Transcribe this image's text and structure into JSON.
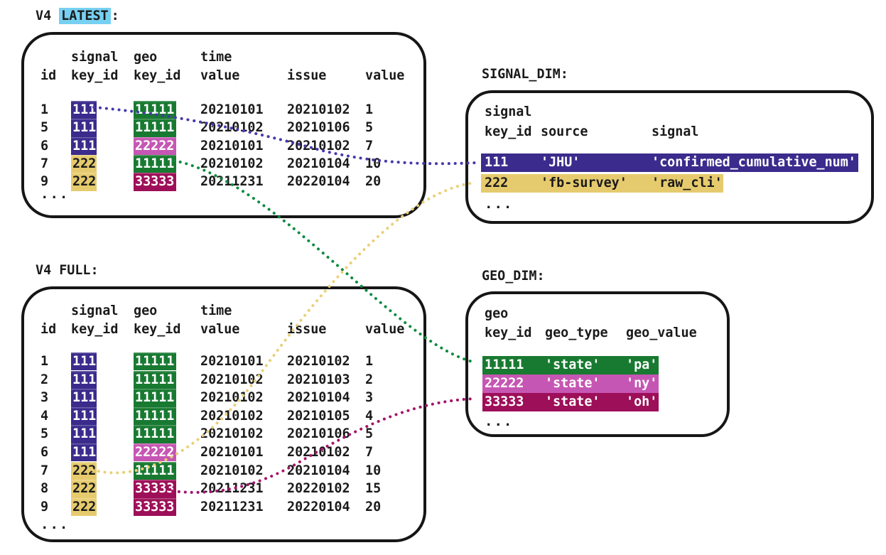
{
  "palette": {
    "purple": "#3a2b8c",
    "yellow": "#e6cb6e",
    "green": "#187a31",
    "pink": "#c656b3",
    "maroon": "#9d0f58",
    "cyan_highlight": "#76d0f1",
    "ink": "#1a1a1a"
  },
  "latest": {
    "title_prefix": "V4",
    "title_highlight": "LATEST",
    "title_colon": ":",
    "headers": {
      "group_signal": "signal",
      "group_geo": "geo",
      "group_time": "time",
      "id": "id",
      "signal_key": "key_id",
      "geo_key": "key_id",
      "time_value": "value",
      "issue": "issue",
      "value": "value"
    },
    "rows": [
      {
        "id": "1",
        "signal_key": "111",
        "signal_color": "purple",
        "geo_key": "11111",
        "geo_color": "green",
        "time_value": "20210101",
        "issue": "20210102",
        "value": "1"
      },
      {
        "id": "5",
        "signal_key": "111",
        "signal_color": "purple",
        "geo_key": "11111",
        "geo_color": "green",
        "time_value": "20210102",
        "issue": "20210106",
        "value": "5"
      },
      {
        "id": "6",
        "signal_key": "111",
        "signal_color": "purple",
        "geo_key": "22222",
        "geo_color": "pink",
        "time_value": "20210101",
        "issue": "20210102",
        "value": "7"
      },
      {
        "id": "7",
        "signal_key": "222",
        "signal_color": "yellow",
        "geo_key": "11111",
        "geo_color": "green",
        "time_value": "20210102",
        "issue": "20210104",
        "value": "10"
      },
      {
        "id": "9",
        "signal_key": "222",
        "signal_color": "yellow",
        "geo_key": "33333",
        "geo_color": "maroon",
        "time_value": "20211231",
        "issue": "20220104",
        "value": "20"
      }
    ],
    "ellipsis": "..."
  },
  "full": {
    "title": "V4 FULL:",
    "headers": {
      "group_signal": "signal",
      "group_geo": "geo",
      "group_time": "time",
      "id": "id",
      "signal_key": "key_id",
      "geo_key": "key_id",
      "time_value": "value",
      "issue": "issue",
      "value": "value"
    },
    "rows": [
      {
        "id": "1",
        "signal_key": "111",
        "signal_color": "purple",
        "geo_key": "11111",
        "geo_color": "green",
        "time_value": "20210101",
        "issue": "20210102",
        "value": "1"
      },
      {
        "id": "2",
        "signal_key": "111",
        "signal_color": "purple",
        "geo_key": "11111",
        "geo_color": "green",
        "time_value": "20210102",
        "issue": "20210103",
        "value": "2"
      },
      {
        "id": "3",
        "signal_key": "111",
        "signal_color": "purple",
        "geo_key": "11111",
        "geo_color": "green",
        "time_value": "20210102",
        "issue": "20210104",
        "value": "3"
      },
      {
        "id": "4",
        "signal_key": "111",
        "signal_color": "purple",
        "geo_key": "11111",
        "geo_color": "green",
        "time_value": "20210102",
        "issue": "20210105",
        "value": "4"
      },
      {
        "id": "5",
        "signal_key": "111",
        "signal_color": "purple",
        "geo_key": "11111",
        "geo_color": "green",
        "time_value": "20210102",
        "issue": "20210106",
        "value": "5"
      },
      {
        "id": "6",
        "signal_key": "111",
        "signal_color": "purple",
        "geo_key": "22222",
        "geo_color": "pink",
        "time_value": "20210101",
        "issue": "20210102",
        "value": "7"
      },
      {
        "id": "7",
        "signal_key": "222",
        "signal_color": "yellow",
        "geo_key": "11111",
        "geo_color": "green",
        "time_value": "20210102",
        "issue": "20210104",
        "value": "10"
      },
      {
        "id": "8",
        "signal_key": "222",
        "signal_color": "yellow",
        "geo_key": "33333",
        "geo_color": "maroon",
        "time_value": "20211231",
        "issue": "20220102",
        "value": "15"
      },
      {
        "id": "9",
        "signal_key": "222",
        "signal_color": "yellow",
        "geo_key": "33333",
        "geo_color": "maroon",
        "time_value": "20211231",
        "issue": "20220104",
        "value": "20"
      }
    ],
    "ellipsis": "..."
  },
  "signal_dim": {
    "title": "SIGNAL_DIM:",
    "headers": {
      "group_signal": "signal",
      "key_id": "key_id",
      "source": "source",
      "signal": "signal"
    },
    "rows": [
      {
        "key_id": "111",
        "source": "'JHU'",
        "signal": "'confirmed_cumulative_num'",
        "color": "purple"
      },
      {
        "key_id": "222",
        "source": "'fb-survey'",
        "signal": "'raw_cli'",
        "color": "yellow"
      }
    ],
    "ellipsis": "..."
  },
  "geo_dim": {
    "title": "GEO_DIM:",
    "headers": {
      "group_geo": "geo",
      "key_id": "key_id",
      "geo_type": "geo_type",
      "geo_value": "geo_value"
    },
    "rows": [
      {
        "key_id": "11111",
        "geo_type": "'state'",
        "geo_value": "'pa'",
        "color": "green"
      },
      {
        "key_id": "22222",
        "geo_type": "'state'",
        "geo_value": "'ny'",
        "color": "pink"
      },
      {
        "key_id": "33333",
        "geo_type": "'state'",
        "geo_value": "'oh'",
        "color": "maroon"
      }
    ],
    "ellipsis": "..."
  },
  "connectors": [
    {
      "from_table": "V4 LATEST",
      "from_column": "signal key_id",
      "from_value": "111",
      "to_table": "SIGNAL_DIM",
      "to_value": "111",
      "color": "#4639aa"
    },
    {
      "from_table": "V4 LATEST",
      "from_column": "geo key_id",
      "from_value": "11111",
      "to_table": "GEO_DIM",
      "to_value": "11111",
      "color": "#0c8c3e"
    },
    {
      "from_table": "V4 FULL",
      "from_column": "signal key_id",
      "from_value": "222",
      "to_table": "SIGNAL_DIM",
      "to_value": "222",
      "color": "#e9d078"
    },
    {
      "from_table": "V4 FULL",
      "from_column": "geo key_id",
      "from_value": "33333",
      "to_table": "GEO_DIM",
      "to_value": "33333",
      "color": "#a4136a"
    }
  ]
}
